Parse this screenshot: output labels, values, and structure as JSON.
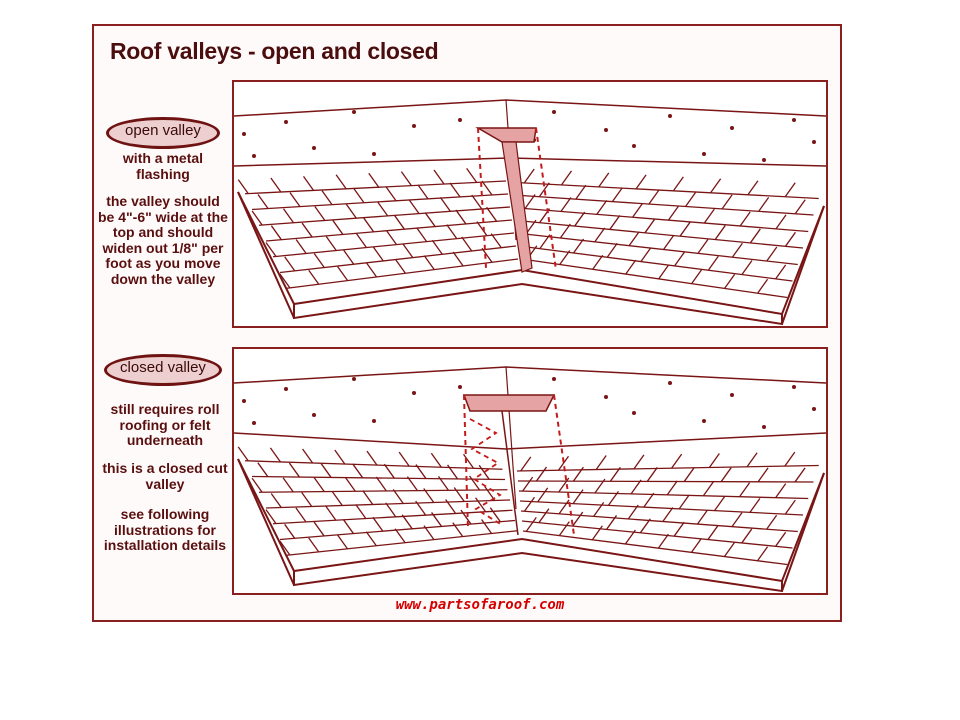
{
  "title": "Roof valleys - open and closed",
  "open_section": {
    "label": "open valley",
    "notes": [
      "with a metal flashing",
      "the valley should be 4\"-6\" wide at the top and should widen out 1/8\" per foot as you move down the valley"
    ]
  },
  "closed_section": {
    "label": "closed valley",
    "notes": [
      "still requires roll roofing or felt underneath",
      "this is a closed cut valley",
      "see following illustrations for installation details"
    ]
  },
  "footer_url": "www.partsofaroof.com",
  "colors": {
    "line": "#7a1515",
    "flashing_fill": "#e6a3a3",
    "text": "#5a0f0f",
    "url": "#d40000"
  }
}
